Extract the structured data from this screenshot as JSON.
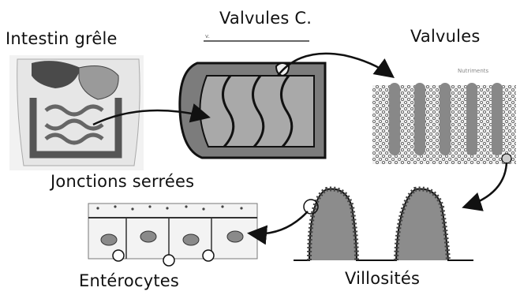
{
  "labels": {
    "intestin": "Intestin grêle",
    "valvules_c": "Valvules C.",
    "valvules": "Valvules",
    "jonctions": "Jonctions serrées",
    "enterocytes": "Entérocytes",
    "villosites": "Villosités"
  },
  "panel_stamp": "Nutriments",
  "colors": {
    "organ_fill": "#8a8a8a",
    "organ_light": "#d6d6d6",
    "line": "#222222",
    "cell_fill": "#c9c9c9"
  }
}
